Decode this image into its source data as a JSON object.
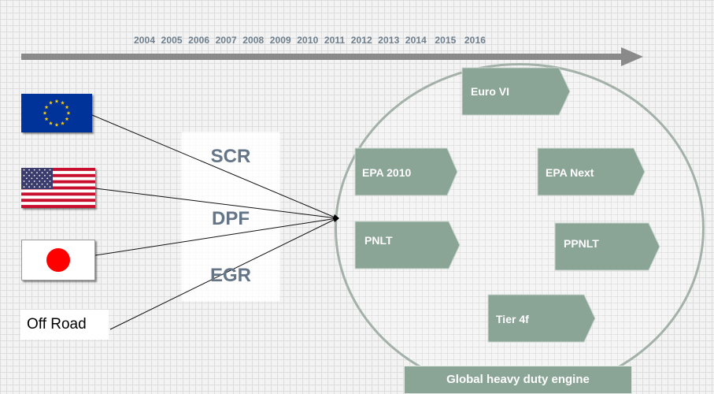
{
  "timeline": {
    "years": [
      "2004",
      "2005",
      "2006",
      "2007",
      "2008",
      "2009",
      "2010",
      "2011",
      "2012",
      "2013",
      "2014",
      "2015",
      "2016"
    ]
  },
  "flags": [
    {
      "id": "eu",
      "icon": "eu-flag-icon"
    },
    {
      "id": "us",
      "icon": "us-flag-icon"
    },
    {
      "id": "jp",
      "icon": "japan-flag-icon"
    }
  ],
  "offroad_label": "Off Road",
  "technologies": [
    "SCR",
    "DPF",
    "EGR"
  ],
  "regulations": [
    "Euro VI",
    "EPA 2010",
    "EPA Next",
    "PNLT",
    "PPNLT",
    "Tier 4f"
  ],
  "global_label": "Global heavy duty engine",
  "colors": {
    "timeline_arrow": "#8a8a8a",
    "year_text": "#6e7f8e",
    "tech_text": "#647587",
    "regulation_fill": "#8aa496",
    "circle_border": "#a3b1a9",
    "eu_blue": "#003399",
    "eu_star": "#ffcc00",
    "us_red": "#c8102e",
    "us_blue": "#3c3b6e",
    "jp_red": "#ff0000"
  }
}
